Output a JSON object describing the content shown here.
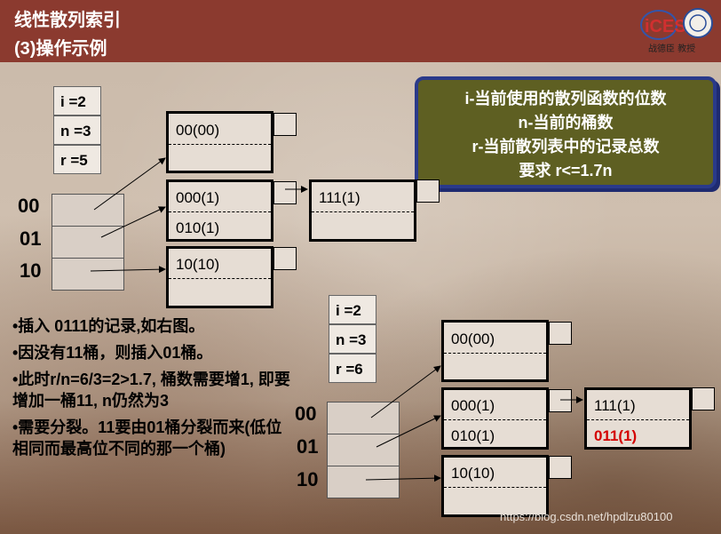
{
  "header": {
    "title": "线性散列索引",
    "subtitle": "(3)操作示例",
    "logo_text": "iCES",
    "author": "战德臣 教授"
  },
  "info_box": {
    "lines": [
      "i-当前使用的散列函数的位数",
      "n-当前的桶数",
      "r-当前散列表中的记录总数",
      "要求 r<=1.7n"
    ]
  },
  "before": {
    "params": [
      "i =2",
      "n =3",
      "r =5"
    ],
    "directory": [
      "00",
      "01",
      "10"
    ],
    "buckets": {
      "b00": [
        "00(00)",
        ""
      ],
      "b01": [
        "000(1)",
        "010(1)"
      ],
      "b10": [
        "10(10)",
        ""
      ],
      "overflow01": [
        "111(1)",
        ""
      ]
    }
  },
  "after": {
    "params": [
      "i =2",
      "n =3",
      "r =6"
    ],
    "directory": [
      "00",
      "01",
      "10"
    ],
    "buckets": {
      "b00": [
        "00(00)",
        ""
      ],
      "b01": [
        "000(1)",
        "010(1)"
      ],
      "b10": [
        "10(10)",
        ""
      ],
      "overflow01": [
        "111(1)",
        "011(1)"
      ]
    },
    "highlight_color": "#d40000"
  },
  "bullets": [
    "•插入 0111的记录,如右图。",
    "•因没有11桶，则插入01桶。",
    "•此时r/n=6/3=2>1.7, 桶数需要增1, 即要增加一桶11, n仍然为3",
    "•需要分裂。11要由01桶分裂而来(低位相同而最高位不同的那一个桶)"
  ],
  "watermark": "https://blog.csdn.net/hpdlzu80100"
}
